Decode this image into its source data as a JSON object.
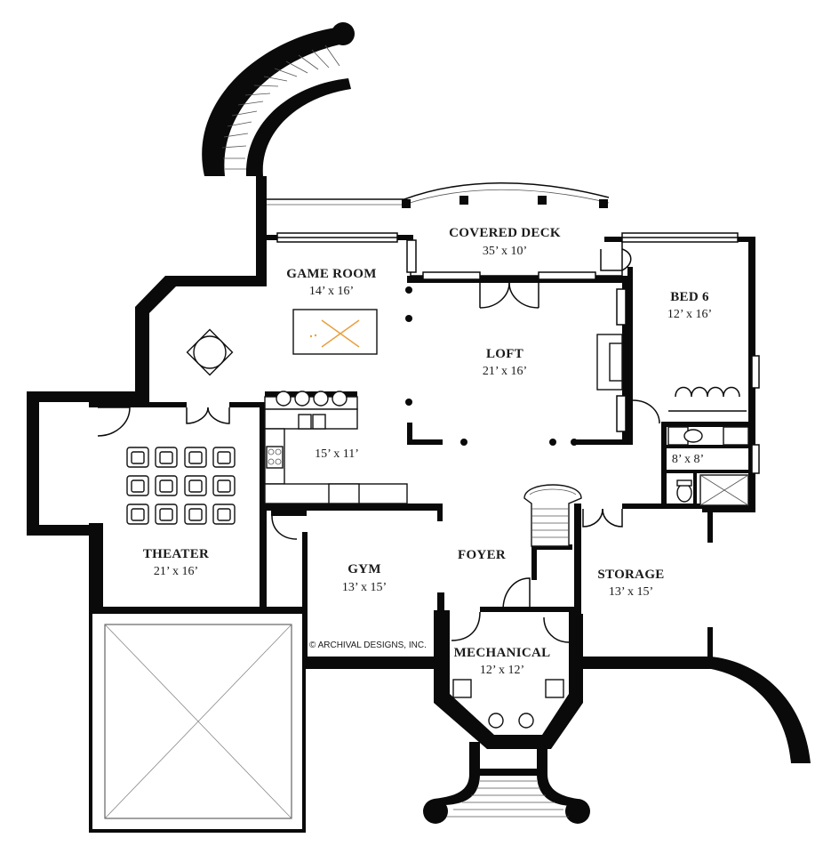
{
  "rooms": {
    "covered_deck": {
      "name": "COVERED DECK",
      "size": "35’ x 10’"
    },
    "game_room": {
      "name": "GAME ROOM",
      "size": "14’ x 16’"
    },
    "bed6": {
      "name": "BED 6",
      "size": "12’ x 16’"
    },
    "loft": {
      "name": "LOFT",
      "size": "21’ x 16’"
    },
    "kitchen": {
      "size": "15’ x 11’"
    },
    "bath": {
      "size": "8’ x 8’"
    },
    "theater": {
      "name": "THEATER",
      "size": "21’ x 16’"
    },
    "gym": {
      "name": "GYM",
      "size": "13’ x 15’"
    },
    "foyer": {
      "name": "FOYER"
    },
    "storage": {
      "name": "STORAGE",
      "size": "13’ x 15’"
    },
    "mechanical": {
      "name": "MECHANICAL",
      "size": "12’ x 12’"
    }
  },
  "copyright": "© ARCHIVAL DESIGNS, INC.",
  "colors": {
    "wall": "#0a0a0a",
    "background": "#ffffff",
    "pool_table_lines": "#e8a040"
  }
}
